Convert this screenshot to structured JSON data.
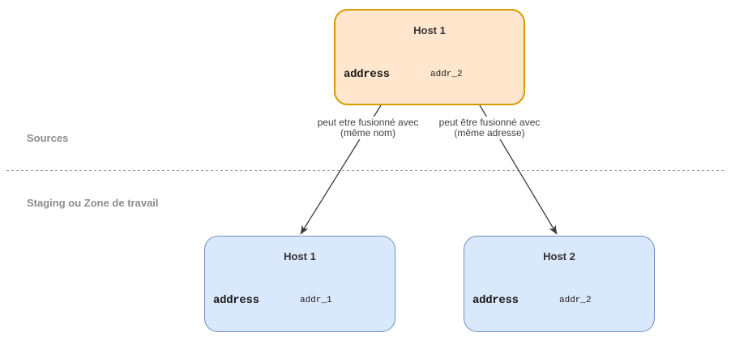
{
  "diagram": {
    "zones": {
      "sources_label": "Sources",
      "staging_label": "Staging ou Zone de travail"
    },
    "nodes": {
      "source_host": {
        "title": "Host 1",
        "attr_name": "address",
        "attr_value": "addr_2"
      },
      "staging_host1": {
        "title": "Host 1",
        "attr_name": "address",
        "attr_value": "addr_1"
      },
      "staging_host2": {
        "title": "Host 2",
        "attr_name": "address",
        "attr_value": "addr_2"
      }
    },
    "edges": {
      "left": {
        "line1": "peut etre fusionné avec",
        "line2": "(même nom)"
      },
      "right": {
        "line1": "peut être fusionné avec",
        "line2": "(même adresse)"
      }
    },
    "colors": {
      "source_fill": "#ffe6cc",
      "source_stroke": "#d79b00",
      "staging_fill": "#dae8fc",
      "staging_stroke": "#6c8ebf",
      "edge_stroke": "#3b3b3b",
      "separator": "#9e9e9e",
      "zone_label_text": "#8c8c8c",
      "node_title_text": "#333333",
      "attr_text": "#1a1a1a",
      "edge_label_text": "#404040"
    }
  }
}
